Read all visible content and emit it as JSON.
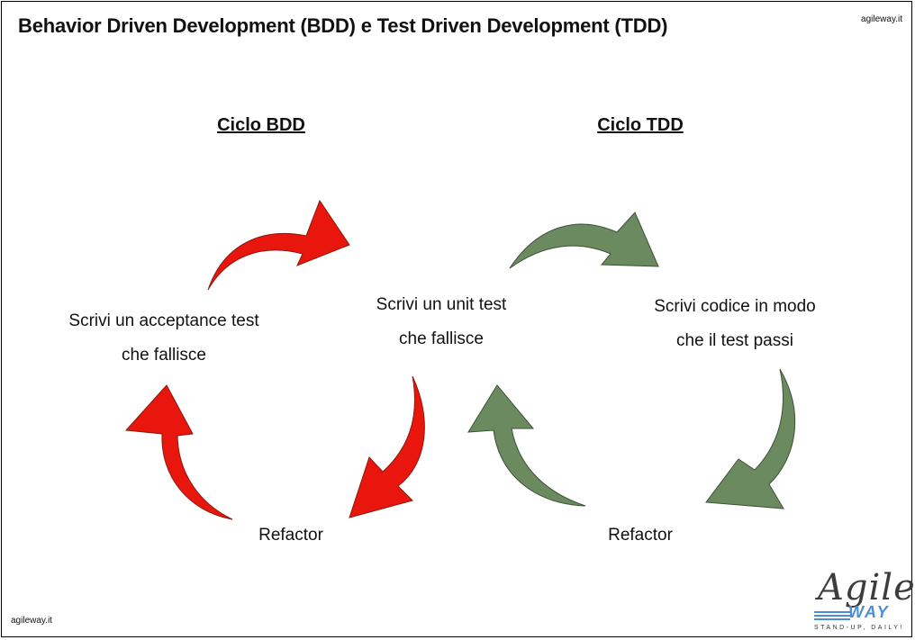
{
  "title": "Behavior Driven Development (BDD) e Test Driven Development (TDD)",
  "site_top": "agileway.it",
  "site_bottom": "agileway.it",
  "bdd": {
    "heading": "Ciclo BDD",
    "step1_line1": "Scrivi un acceptance test",
    "step1_line2": "che fallisce",
    "refactor": "Refactor",
    "arrow_color": "#e8160c"
  },
  "tdd": {
    "heading": "Ciclo TDD",
    "step1_line1": "Scrivi un unit test",
    "step1_line2": "che fallisce",
    "step2_line1": "Scrivi codice in modo",
    "step2_line2": "che il test passi",
    "refactor": "Refactor",
    "arrow_color": "#6b8a60"
  },
  "logo": {
    "agile": "Agile",
    "way": "WAY",
    "tagline": "STAND-UP, DAILY!"
  }
}
